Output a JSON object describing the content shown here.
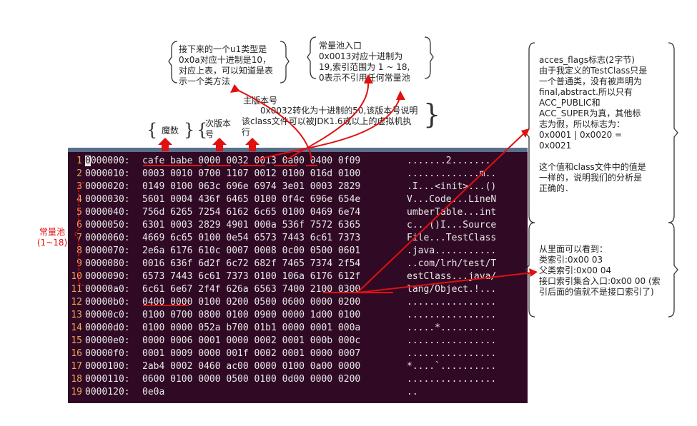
{
  "notes": {
    "minor_explain": "接下来的一个u1类型是\n0x0a对应十进制是10，\n对应上表，可以知道是表\n示一个类方法",
    "const_pool_entry": "常量池入口\n0x0013对应十进制为\n19,索引范围为 1 ~ 18,\n0表示不引用任何常量池",
    "major_title": "主版本号",
    "major_explain": "0x0032转化为十进制的50,该版本号说明\n该class文件可以被JDK1.6或以上的虚拟机执\n行",
    "magic": "魔数",
    "minor_version": "次版本\n号",
    "access_flags": "acces_flags标志(2字节)\n由于我定义的TestClass只是\n一个普通类，没有被声明为\nfinal,abstract.所以只有\nACC_PUBLIC和\nACC_SUPER为真，其他标\n志为假，所以标志为：\n0x0001 | 0x0020 =\n0x0021\n\n这个值和class文件中的值是\n一样的，说明我们的分析是\n正确的．",
    "indexes": "从里面可以看到：\n类索引:0x00 03\n父类索引:0x00 04\n接口索引集合入口:0x00 00 (索\n引后面的值就不是接口索引了)",
    "const_pool_label": "常量池\n(1~18)"
  },
  "terminal": {
    "cursor_char": "0",
    "rows": [
      {
        "n": "1",
        "addr": "0000000:",
        "hex": "cafe babe 0000 0032 0013 0a00 0400 0f09",
        "ascii": ".......2........"
      },
      {
        "n": "2",
        "addr": "0000010:",
        "hex": "0003 0010 0700 1107 0012 0100 016d 0100",
        "ascii": ".............m.."
      },
      {
        "n": "3",
        "addr": "0000020:",
        "hex": "0149 0100 063c 696e 6974 3e01 0003 2829",
        "ascii": ".I...<init>...()"
      },
      {
        "n": "4",
        "addr": "0000030:",
        "hex": "5601 0004 436f 6465 0100 0f4c 696e 654e",
        "ascii": "V...Code...LineN"
      },
      {
        "n": "5",
        "addr": "0000040:",
        "hex": "756d 6265 7254 6162 6c65 0100 0469 6e74",
        "ascii": "umberTable...int"
      },
      {
        "n": "6",
        "addr": "0000050:",
        "hex": "6301 0003 2829 4901 000a 536f 7572 6365",
        "ascii": "c...()I...Source"
      },
      {
        "n": "7",
        "addr": "0000060:",
        "hex": "4669 6c65 0100 0e54 6573 7443 6c61 7373",
        "ascii": "File...TestClass"
      },
      {
        "n": "8",
        "addr": "0000070:",
        "hex": "2e6a 6176 610c 0007 0008 0c00 0500 0601",
        "ascii": ".java..........."
      },
      {
        "n": "9",
        "addr": "0000080:",
        "hex": "0016 636f 6d2f 6c72 682f 7465 7374 2f54",
        "ascii": "..com/lrh/test/T"
      },
      {
        "n": "10",
        "addr": "0000090:",
        "hex": "6573 7443 6c61 7373 0100 106a 6176 612f",
        "ascii": "estClass...java/"
      },
      {
        "n": "11",
        "addr": "00000a0:",
        "hex": "6c61 6e67 2f4f 626a 6563 7400 2100 0300",
        "ascii": "lang/Object.!..."
      },
      {
        "n": "12",
        "addr": "00000b0:",
        "hex": "0400 0000 0100 0200 0500 0600 0000 0200",
        "ascii": "................"
      },
      {
        "n": "13",
        "addr": "00000c0:",
        "hex": "0100 0700 0800 0100 0900 0000 1d00 0100",
        "ascii": "................"
      },
      {
        "n": "14",
        "addr": "00000d0:",
        "hex": "0100 0000 052a b700 01b1 0000 0001 000a",
        "ascii": ".....*.........."
      },
      {
        "n": "15",
        "addr": "00000e0:",
        "hex": "0000 0006 0001 0000 0002 0001 000b 000c",
        "ascii": "................"
      },
      {
        "n": "16",
        "addr": "00000f0:",
        "hex": "0001 0009 0000 001f 0002 0001 0000 0007",
        "ascii": "................"
      },
      {
        "n": "17",
        "addr": "0000100:",
        "hex": "2ab4 0002 0460 ac00 0000 0100 0a00 0000",
        "ascii": "*....`.........."
      },
      {
        "n": "18",
        "addr": "0000110:",
        "hex": "0600 0100 0000 0500 0100 0d00 0000 0200",
        "ascii": "................"
      },
      {
        "n": "19",
        "addr": "0000120:",
        "hex": "0e0a",
        "ascii": ".."
      }
    ]
  },
  "colors": {
    "terminal_bg": "#300a24",
    "annotation": "#e01010",
    "line_number": "#f2a35a",
    "text": "#e8e8e8"
  }
}
